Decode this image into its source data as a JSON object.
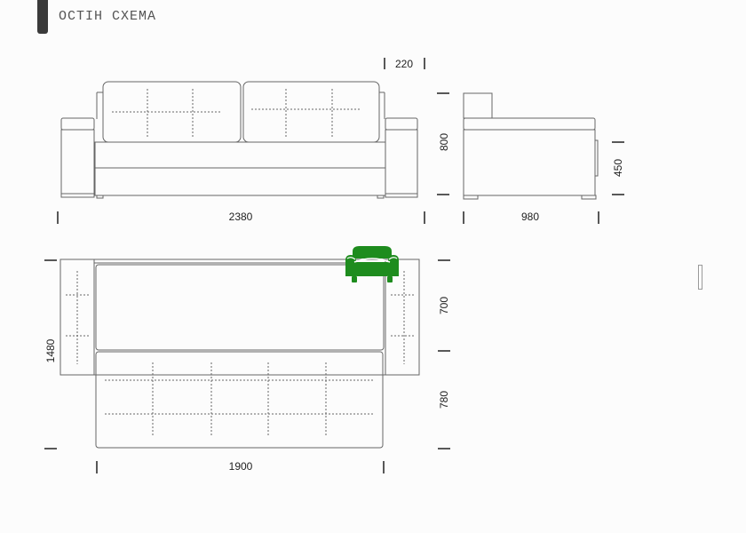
{
  "title": "ОСТІН СХЕМА",
  "front_view": {
    "width_label": "2380",
    "height_label": "800",
    "cushion_label": "220"
  },
  "side_view": {
    "depth_label": "980",
    "seat_height_label": "450"
  },
  "top_view": {
    "depth_label": "1480",
    "seat_width_label": "1900",
    "back_depth_label": "700",
    "seat_depth_label": "780"
  },
  "colors": {
    "line": "#666666",
    "armchair_icon": "#1e8c1e"
  },
  "icons": [
    "armchair-icon"
  ]
}
